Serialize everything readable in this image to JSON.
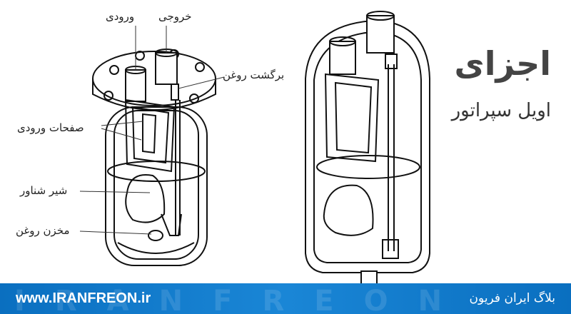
{
  "title": {
    "main": "اجزای",
    "sub": "اویل سپراتور"
  },
  "labels": {
    "inlet": "ورودی",
    "outlet": "خروجی",
    "oil_return": "برگشت روغن",
    "inlet_plates": "صفحات ورودی",
    "float_valve": "شیر شناور",
    "oil_reservoir": "مخزن روغن"
  },
  "footer": {
    "url": "www.IRANFREON.ir",
    "blog": "بلاگ ایران فریون",
    "watermark": "IRANFREON"
  },
  "colors": {
    "footer_bg": "#0a6fc0",
    "line": "#111111"
  }
}
